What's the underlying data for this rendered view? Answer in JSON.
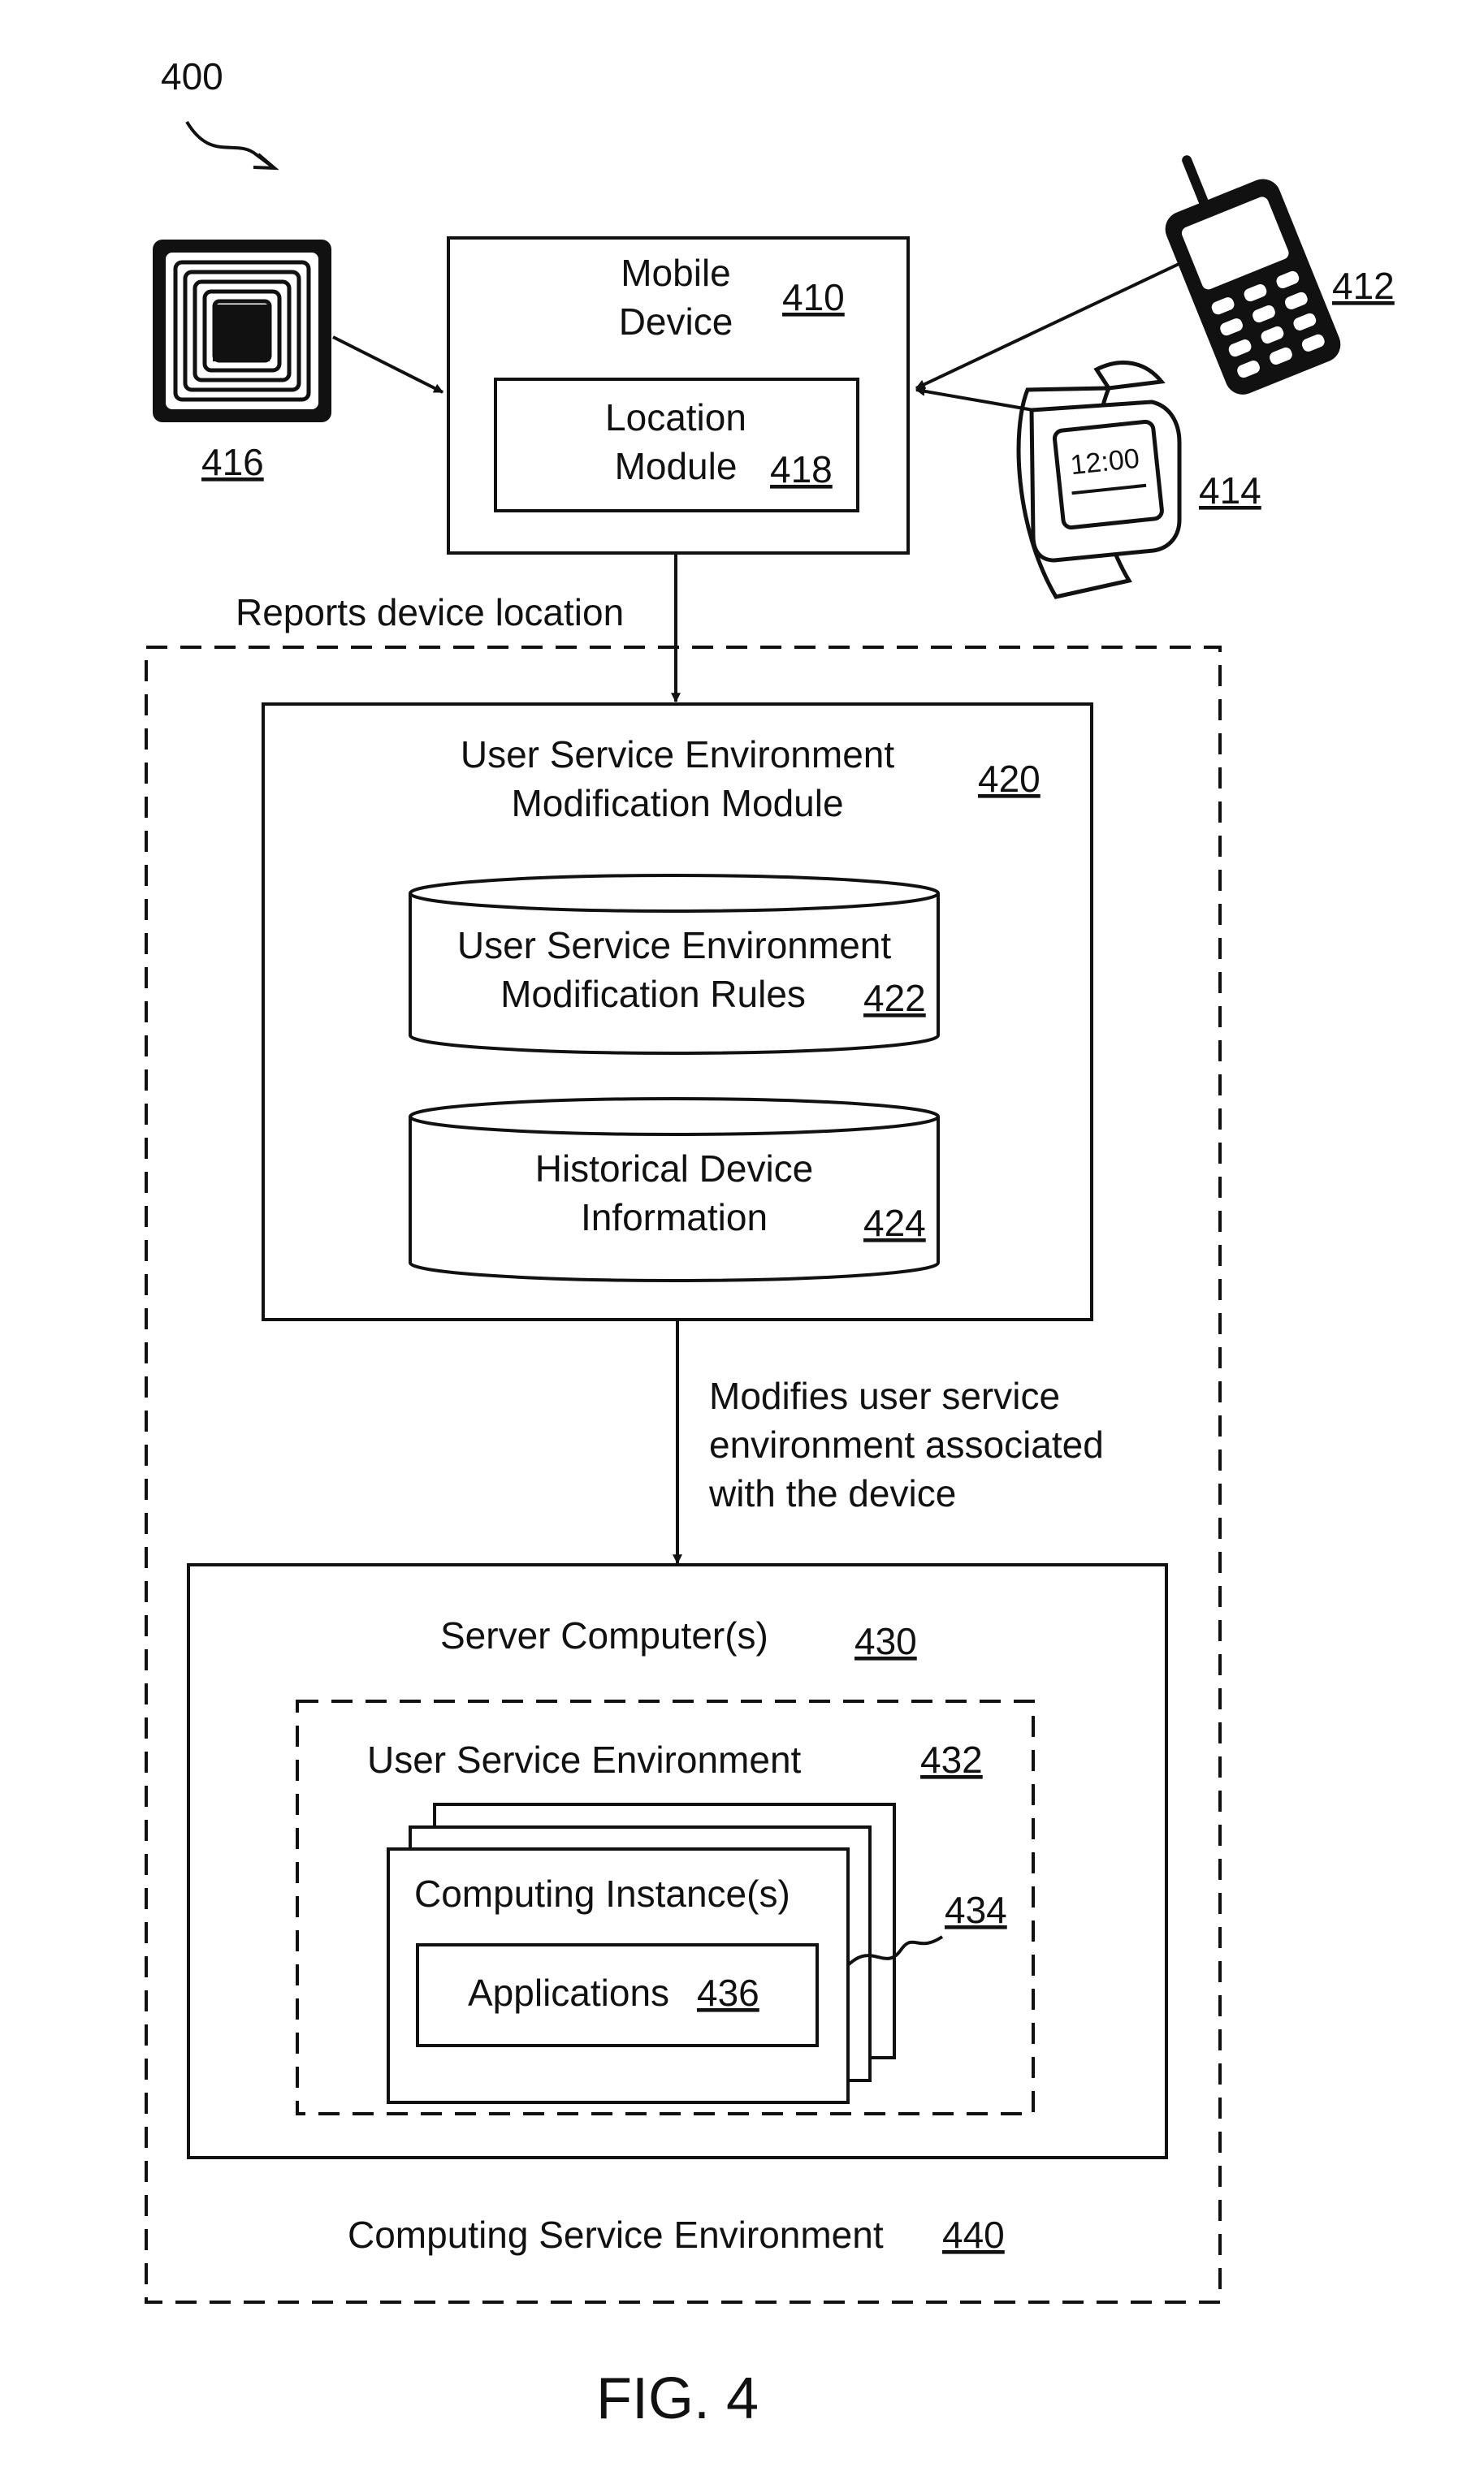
{
  "figure_number": "400",
  "figure_caption": "FIG. 4",
  "devices": {
    "rfid_tag_ref": "416",
    "phone_ref": "412",
    "watch_ref": "414",
    "watch_time": "12:00"
  },
  "mobile_device": {
    "label_line1": "Mobile",
    "label_line2": "Device",
    "ref": "410"
  },
  "location_module": {
    "label_line1": "Location",
    "label_line2": "Module",
    "ref": "418"
  },
  "edge_report_label": "Reports device location",
  "modification_module": {
    "label_line1": "User Service Environment",
    "label_line2": "Modification Module",
    "ref": "420"
  },
  "rules_db": {
    "label_line1": "User Service Environment",
    "label_line2": "Modification Rules",
    "ref": "422"
  },
  "history_db": {
    "label_line1": "Historical Device",
    "label_line2": "Information",
    "ref": "424"
  },
  "edge_modify_label": {
    "line1": "Modifies user service",
    "line2": "environment associated",
    "line3": "with the device"
  },
  "server": {
    "label": "Server Computer(s)",
    "ref": "430"
  },
  "user_service_env": {
    "label": "User Service Environment",
    "ref": "432"
  },
  "computing_instance": {
    "label": "Computing Instance(s)",
    "ref": "434"
  },
  "applications": {
    "label": "Applications",
    "ref": "436"
  },
  "computing_service_env": {
    "label": "Computing Service Environment",
    "ref": "440"
  }
}
